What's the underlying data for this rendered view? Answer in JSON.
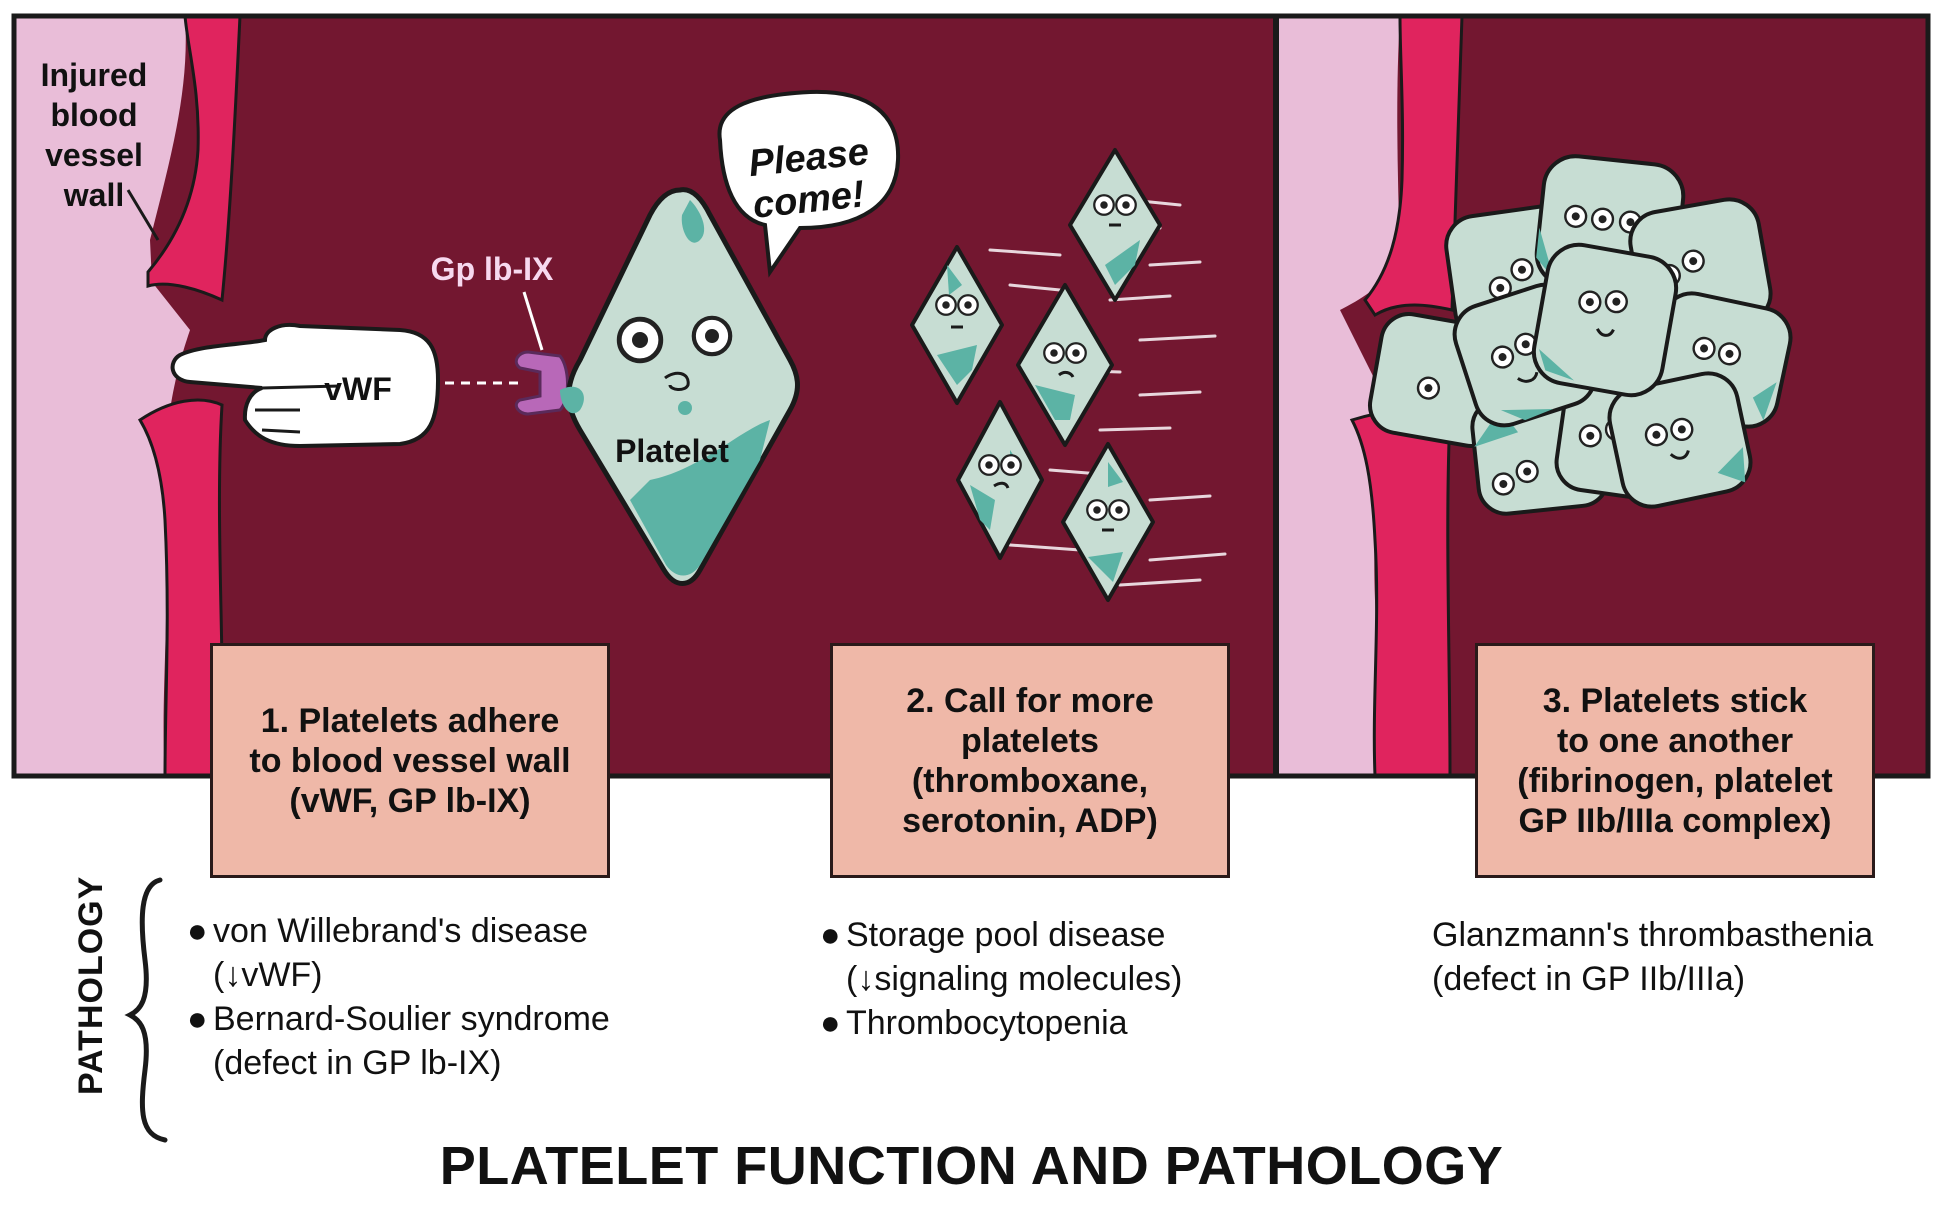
{
  "title": "PLATELET FUNCTION AND PATHOLOGY",
  "colors": {
    "lumen": "#731730",
    "vessel_wall": "#e0245e",
    "tissue": "#e9bdd8",
    "platelet": "#c7ddd3",
    "platelet_spot": "#5cb3a5",
    "box": "#efb8a8",
    "receptor": "#b868b8"
  },
  "panel1": {
    "wall_label": [
      "Injured",
      "blood",
      "vessel",
      "wall"
    ],
    "vwf_label": "vWF",
    "receptor_label": "Gp lb-IX",
    "platelet_label": "Platelet",
    "speech": [
      "Please",
      "come!"
    ],
    "step_lines": [
      "1. Platelets adhere",
      "to blood vessel wall",
      "(vWF, GP lb-IX)"
    ]
  },
  "panel2": {
    "step_lines": [
      "2. Call for more",
      "platelets",
      "(thromboxane,",
      "serotonin, ADP)"
    ]
  },
  "panel3": {
    "step_lines": [
      "3. Platelets stick",
      "to one another",
      "(fibrinogen, platelet",
      "GP IIb/IIIa complex)"
    ]
  },
  "pathology": {
    "label": "PATHOLOGY",
    "col1": [
      {
        "bullet": "●",
        "line1": "von Willebrand's disease",
        "line2": "(↓vWF)"
      },
      {
        "bullet": "●",
        "line1": "Bernard-Soulier syndrome",
        "line2": "(defect in GP lb-IX)"
      }
    ],
    "col2": [
      {
        "bullet": "●",
        "line1": "Storage pool disease",
        "line2": "(↓signaling molecules)"
      },
      {
        "bullet": "●",
        "line1": "Thrombocytopenia",
        "line2": ""
      }
    ],
    "col3": {
      "line1": "Glanzmann's thrombasthenia",
      "line2": "(defect in GP IIb/IIIa)"
    }
  }
}
